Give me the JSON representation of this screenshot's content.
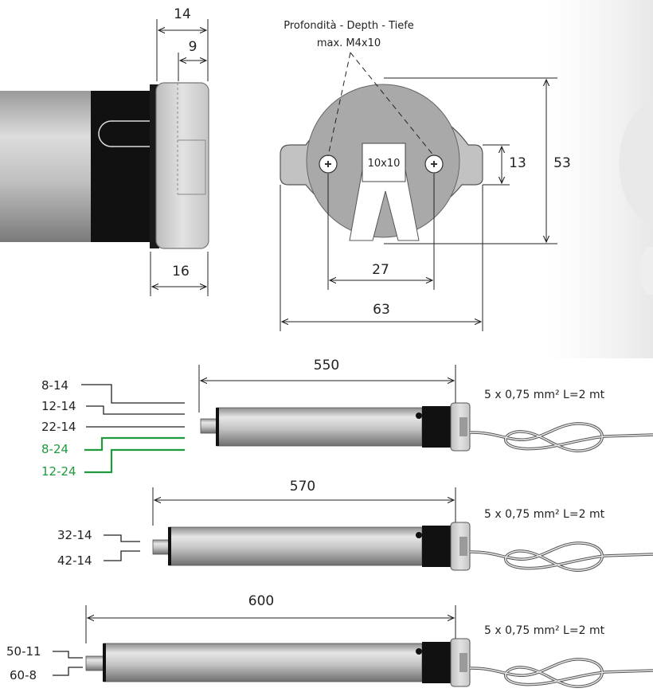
{
  "side_view": {
    "dims": {
      "top_outer": "14",
      "top_inner": "9",
      "bottom": "16"
    }
  },
  "front_view": {
    "depth_note_line1": "Profondità - Depth - Tiefe",
    "depth_note_line2": "max. M4x10",
    "square_label": "10x10",
    "dims": {
      "height_small": "13",
      "height_total": "53",
      "hole_spacing": "27",
      "width_total": "63"
    }
  },
  "motors": [
    {
      "length": "550",
      "codes": [
        {
          "text": "8-14",
          "green": false
        },
        {
          "text": "12-14",
          "green": false
        },
        {
          "text": "22-14",
          "green": false
        },
        {
          "text": "8-24",
          "green": true
        },
        {
          "text": "12-24",
          "green": true
        }
      ],
      "cable": "5 x 0,75 mm²   L=2 mt"
    },
    {
      "length": "570",
      "codes": [
        {
          "text": "32-14",
          "green": false
        },
        {
          "text": "42-14",
          "green": false
        }
      ],
      "cable": "5 x 0,75 mm²   L=2 mt"
    },
    {
      "length": "600",
      "codes": [
        {
          "text": "50-11",
          "green": false
        },
        {
          "text": "60-8",
          "green": false
        }
      ],
      "cable": "5 x 0,75 mm²   L=2 mt"
    }
  ],
  "colors": {
    "green_codes": "#1f9a3d",
    "line": "#222222",
    "tube": "#b8b8b8",
    "head": "#1a1a1a"
  }
}
